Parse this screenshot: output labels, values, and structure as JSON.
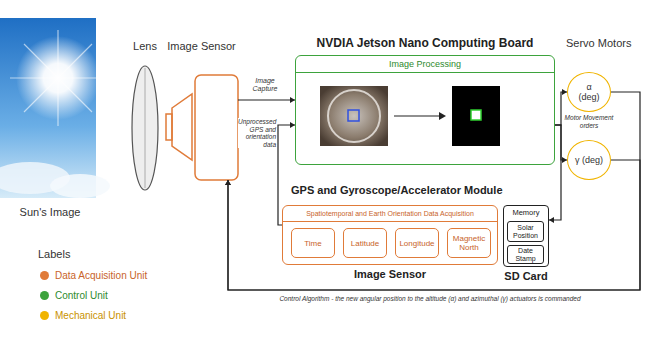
{
  "diagram": {
    "nodes": [
      {
        "text": [
          "Sun's Image"
        ]
      },
      {
        "text": [
          "Lens"
        ]
      },
      {
        "text": [
          "Image Sensor"
        ]
      },
      {
        "text": [
          "NVDIA Jetson Nano Computing Board",
          "Image Processing"
        ]
      },
      {
        "text": [
          "α (deg)"
        ]
      },
      {
        "text": [
          "γ (deg)"
        ]
      },
      {
        "text": [
          "GPS and Gyroscope/Accelerator Module",
          "Spatiotemporal and Earth Orientation Data Acquisition",
          "Image Sensor"
        ]
      },
      {
        "text": [
          "Time"
        ],
        "in": 6
      },
      {
        "text": [
          "Latitude"
        ],
        "in": 6
      },
      {
        "text": [
          "Longitude"
        ],
        "in": 6
      },
      {
        "text": [
          "Magnetic North"
        ],
        "in": 6
      },
      {
        "text": [
          "Memory",
          "SD Card"
        ]
      },
      {
        "text": [
          "Solar Position"
        ],
        "in": 11
      },
      {
        "text": [
          "Date Stamp"
        ],
        "in": 11
      }
    ],
    "edges": [
      {
        "from": 2,
        "to": 3,
        "label": "Image Capture",
        "arrow": "to"
      },
      {
        "from": 6,
        "to": 3,
        "label": "Unprocessed GPS and orientation data",
        "arrow": "to"
      },
      {
        "from": 3,
        "to": 4,
        "arrow": "to"
      },
      {
        "from": 3,
        "to": 5,
        "arrow": "to"
      },
      {
        "from": 3,
        "to": 11,
        "arrow": "to"
      },
      {
        "from": 4,
        "to": 2,
        "arrow": "to"
      },
      {
        "from": 5,
        "to": 2,
        "arrow": "to"
      }
    ],
    "labels": [
      "Servo Motors",
      "Motor Movement orders",
      "Control Algorithm - the new angular position to the altitude (α) and azimuthal (γ) actuators is commanded",
      "Labels"
    ],
    "legend": [
      {
        "text": "Data Acquisition Unit",
        "color": "#e07b39"
      },
      {
        "text": "Control Unit",
        "color": "#3da33d"
      },
      {
        "text": "Mechanical Unit",
        "color": "#f0b400"
      }
    ]
  }
}
